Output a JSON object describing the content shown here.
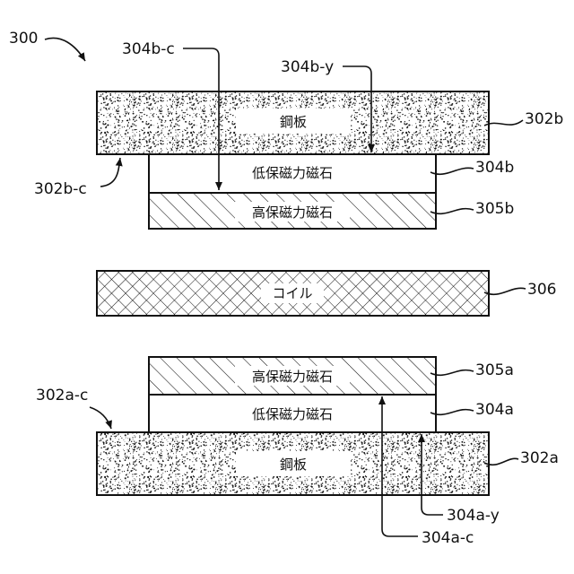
{
  "figure_number": "300",
  "steel_plate_label": "鋼板",
  "low_coercivity_label": "低保磁力磁石",
  "high_coercivity_label": "高保磁力磁石",
  "coil_label": "コイル",
  "refs": {
    "r302b": "302b",
    "r302b_c": "302b-c",
    "r304b": "304b",
    "r304b_c": "304b-c",
    "r304b_y": "304b-y",
    "r305b": "305b",
    "r306": "306",
    "r305a": "305a",
    "r304a": "304a",
    "r302a": "302a",
    "r302a_c": "302a-c",
    "r304a_y": "304a-y",
    "r304a_c": "304a-c"
  },
  "colors": {
    "line": "#111111",
    "label_box": "#ffffff",
    "background": "#ffffff"
  },
  "patterns": {
    "steel_plate": "speckle",
    "high_coercivity_magnet": "diagonal-hatch",
    "low_coercivity_magnet": "plain",
    "coil": "cross-hatch"
  }
}
